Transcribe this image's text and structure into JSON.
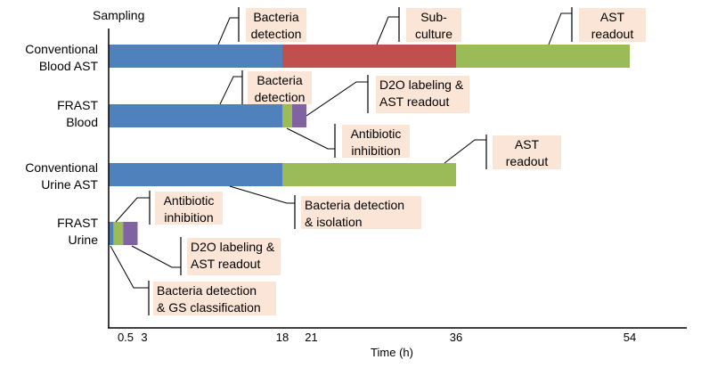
{
  "chart_data": {
    "type": "bar",
    "orientation": "horizontal-stacked",
    "title": "",
    "xlabel": "Time (h)",
    "ylabel": "",
    "top_label": "Sampling",
    "xlim": [
      0,
      60
    ],
    "x_ticks": [
      0.5,
      3,
      18,
      21,
      36,
      54
    ],
    "x_tick_labels": [
      "0.5",
      "3",
      "18",
      "21",
      "36",
      "54"
    ],
    "grid": false,
    "legend": "none",
    "colors": {
      "detection": "#4f81bd",
      "subculture": "#c0504d",
      "ast": "#9bbb59",
      "labeling": "#8064a2",
      "callout_fill": "#fbe5d6"
    },
    "categories": [
      "Conventional Blood AST",
      "FRAST Blood",
      "Conventional Urine AST",
      "FRAST Urine"
    ],
    "category_lines": [
      [
        "Conventional",
        "Blood AST"
      ],
      [
        "FRAST",
        "Blood"
      ],
      [
        "Conventional",
        "Urine AST"
      ],
      [
        "FRAST",
        "Urine"
      ]
    ],
    "rows": [
      {
        "name": "Conventional Blood AST",
        "segments": [
          {
            "phase": "Bacteria detection",
            "start": 0,
            "end": 18,
            "color": "#4f81bd"
          },
          {
            "phase": "Sub-culture",
            "start": 18,
            "end": 36,
            "color": "#c0504d"
          },
          {
            "phase": "AST readout",
            "start": 36,
            "end": 54,
            "color": "#9bbb59"
          }
        ]
      },
      {
        "name": "FRAST Blood",
        "segments": [
          {
            "phase": "Bacteria detection",
            "start": 0,
            "end": 18,
            "color": "#4f81bd"
          },
          {
            "phase": "Antibiotic inhibition",
            "start": 18,
            "end": 19,
            "color": "#9bbb59"
          },
          {
            "phase": "D2O labeling & AST readout",
            "start": 19,
            "end": 20.5,
            "color": "#8064a2"
          }
        ]
      },
      {
        "name": "Conventional Urine AST",
        "segments": [
          {
            "phase": "Bacteria detection & isolation",
            "start": 0,
            "end": 18,
            "color": "#4f81bd"
          },
          {
            "phase": "AST readout",
            "start": 18,
            "end": 36,
            "color": "#9bbb59"
          }
        ]
      },
      {
        "name": "FRAST Urine",
        "segments": [
          {
            "phase": "Bacteria detection & GS classification",
            "start": 0,
            "end": 0.5,
            "color": "#4f81bd"
          },
          {
            "phase": "Antibiotic inhibition",
            "start": 0.5,
            "end": 1.5,
            "color": "#9bbb59"
          },
          {
            "phase": "D2O labeling & AST readout",
            "start": 1.5,
            "end": 3,
            "color": "#8064a2"
          }
        ]
      }
    ],
    "annotations": [
      {
        "row": 0,
        "lines": [
          "Bacteria",
          "detection"
        ]
      },
      {
        "row": 0,
        "lines": [
          "Sub-",
          "culture"
        ]
      },
      {
        "row": 0,
        "lines": [
          "AST",
          "readout"
        ]
      },
      {
        "row": 1,
        "lines": [
          "Bacteria",
          "detection"
        ]
      },
      {
        "row": 1,
        "lines": [
          "D2O labeling &",
          "AST readout"
        ]
      },
      {
        "row": 1,
        "lines": [
          "Antibiotic",
          "inhibition"
        ]
      },
      {
        "row": 2,
        "lines": [
          "AST",
          "readout"
        ]
      },
      {
        "row": 2,
        "lines": [
          "Bacteria detection",
          "& isolation"
        ]
      },
      {
        "row": 3,
        "lines": [
          "Antibiotic",
          "inhibition"
        ]
      },
      {
        "row": 3,
        "lines": [
          "D2O labeling &",
          "AST readout"
        ]
      },
      {
        "row": 3,
        "lines": [
          "Bacteria detection",
          "& GS classification"
        ]
      }
    ]
  }
}
